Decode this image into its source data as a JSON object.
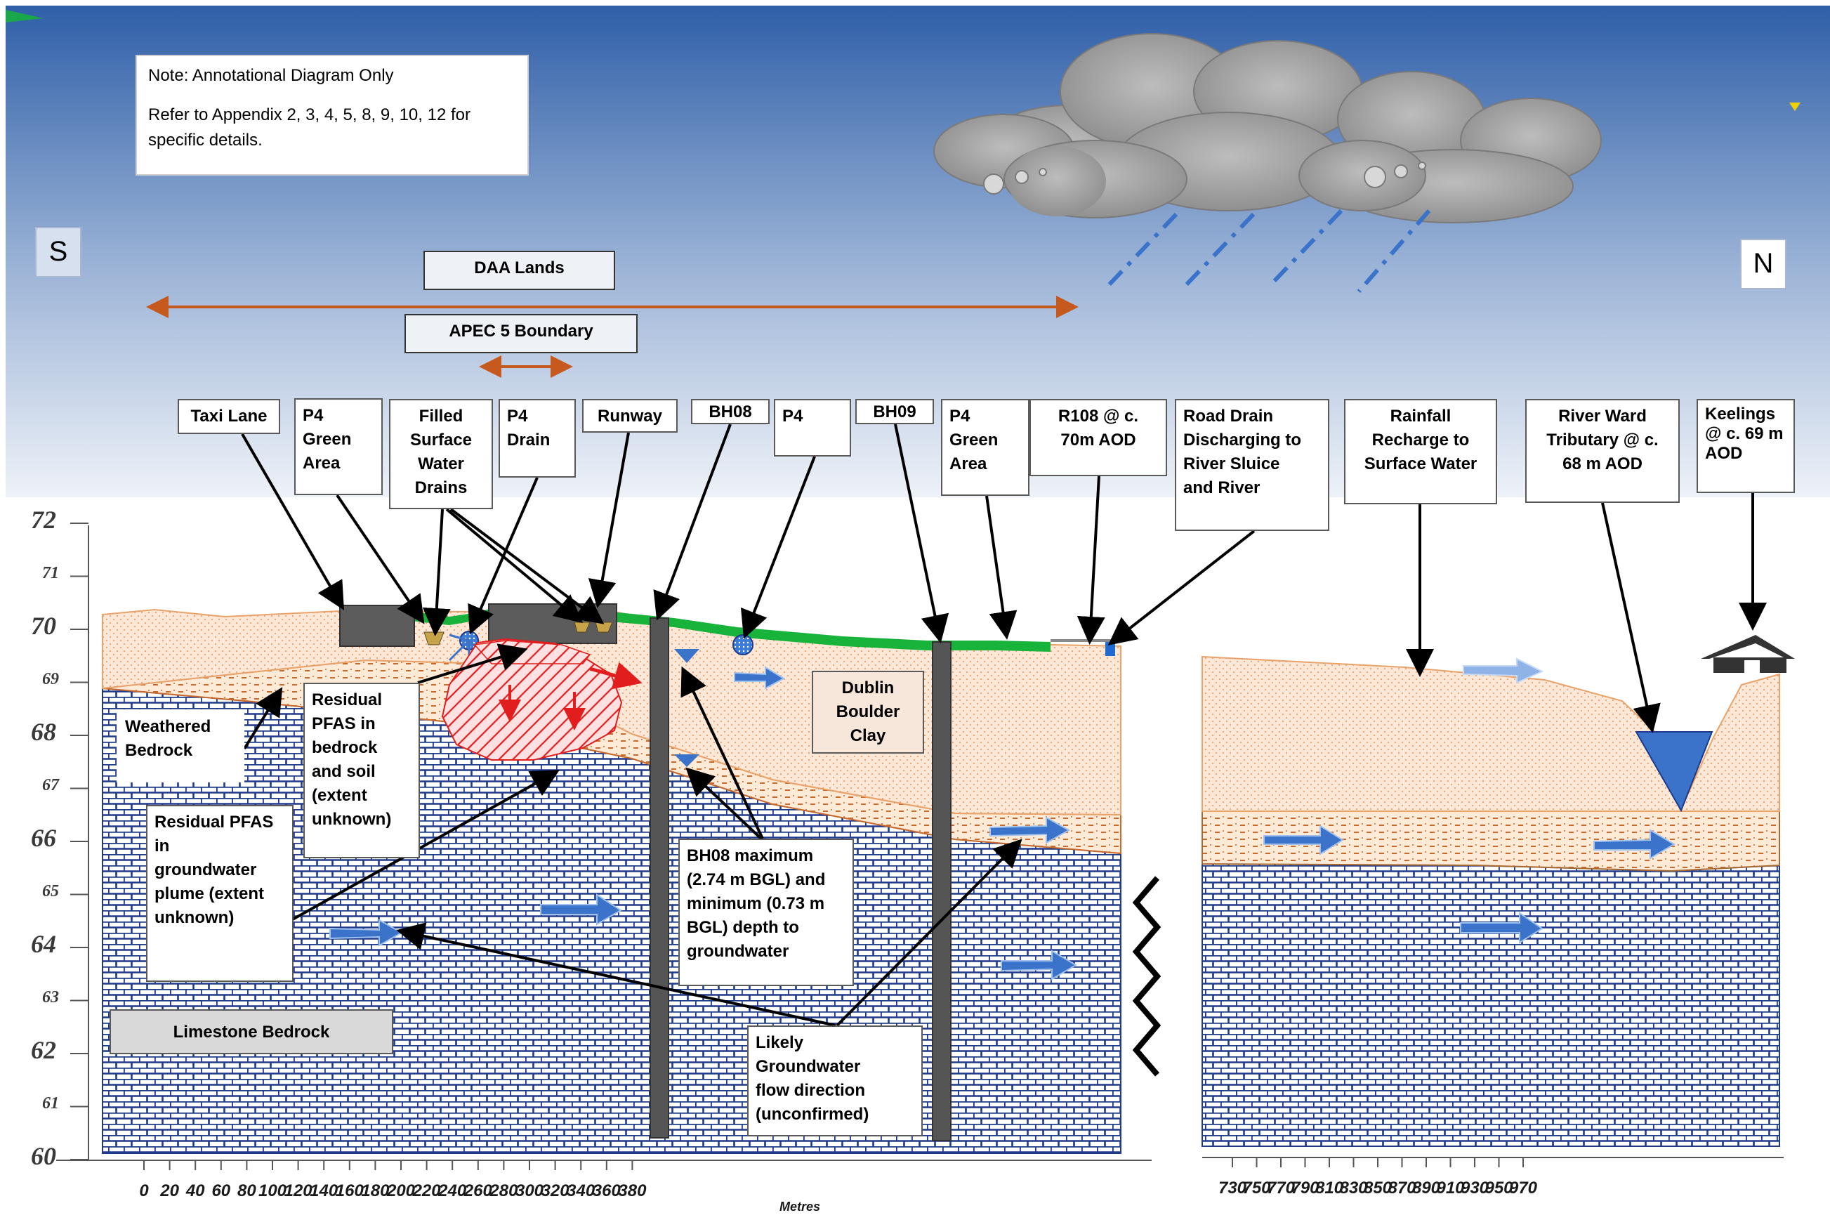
{
  "note": {
    "line1": "Note: Annotational Diagram Only",
    "line2": "Refer to Appendix 2, 3, 4, 5, 8, 9, 10, 12 for specific details."
  },
  "compass": {
    "south": "S",
    "north": "N"
  },
  "extents": {
    "daa_lands": "DAA Lands",
    "apec5": "APEC 5 Boundary"
  },
  "top_labels": {
    "taxi_lane": "Taxi Lane",
    "p4_green_area_1": "P4\nGreen\nArea",
    "filled_drains": "Filled\nSurface\nWater\nDrains",
    "p4_drain": "P4\nDrain",
    "runway": "Runway",
    "bh08": "BH08",
    "p4": "P4",
    "bh09": "BH09",
    "p4_green_area_2": "P4\nGreen\nArea",
    "r108": "R108 @ c.\n70m AOD",
    "road_drain": "Road Drain\nDischarging to\nRiver Sluice\nand River",
    "rainfall": "Rainfall\nRecharge to\nSurface Water",
    "river_ward": "River Ward\nTributary @ c.\n68 m AOD",
    "keelings": "Keelings\n@ c. 69 m\nAOD"
  },
  "section_labels": {
    "weathered_bedrock": "Weathered\nBedrock",
    "residual_pfas_soil": "Residual\nPFAS in\nbedrock\nand soil\n(extent\nunknown)",
    "residual_pfas_gw": "Residual PFAS\nin\ngroundwater\nplume (extent\nunknown)",
    "dublin_boulder_clay": "Dublin\nBoulder\nClay",
    "bh08_depth": "BH08 maximum\n(2.74 m BGL) and\nminimum (0.73 m\nBGL) depth to\ngroundwater",
    "limestone_bedrock": "Limestone Bedrock",
    "gw_flow": "Likely\nGroundwater\nflow direction\n(unconfirmed)"
  },
  "axes": {
    "y_ticks": [
      "72",
      "71",
      "70",
      "69",
      "68",
      "67",
      "66",
      "65",
      "64",
      "63",
      "62",
      "61",
      "60"
    ],
    "x_ticks_left": [
      "0",
      "20",
      "40",
      "60",
      "80",
      "100",
      "120",
      "140",
      "160",
      "180",
      "200",
      "220",
      "240",
      "260",
      "280",
      "300",
      "320",
      "340",
      "360",
      "380"
    ],
    "x_ticks_right": [
      "730",
      "750",
      "770",
      "790",
      "810",
      "830",
      "850",
      "870",
      "890",
      "910",
      "930",
      "950",
      "970"
    ],
    "x_unit": "Metres"
  },
  "colors": {
    "sky_top": "#2f5fa8",
    "sky_bottom": "#e9eef6",
    "limestone": "#1e3a8a",
    "clay": "#fbe3d0",
    "clay_edge": "#e9a36a",
    "weathered_band": "#e6a071",
    "pfas": "#e11d1d",
    "green_strip": "#18b33a",
    "arrow_blue": "#3a73c9",
    "extent_arrow": "#c65a1e",
    "borehole": "#555555"
  }
}
